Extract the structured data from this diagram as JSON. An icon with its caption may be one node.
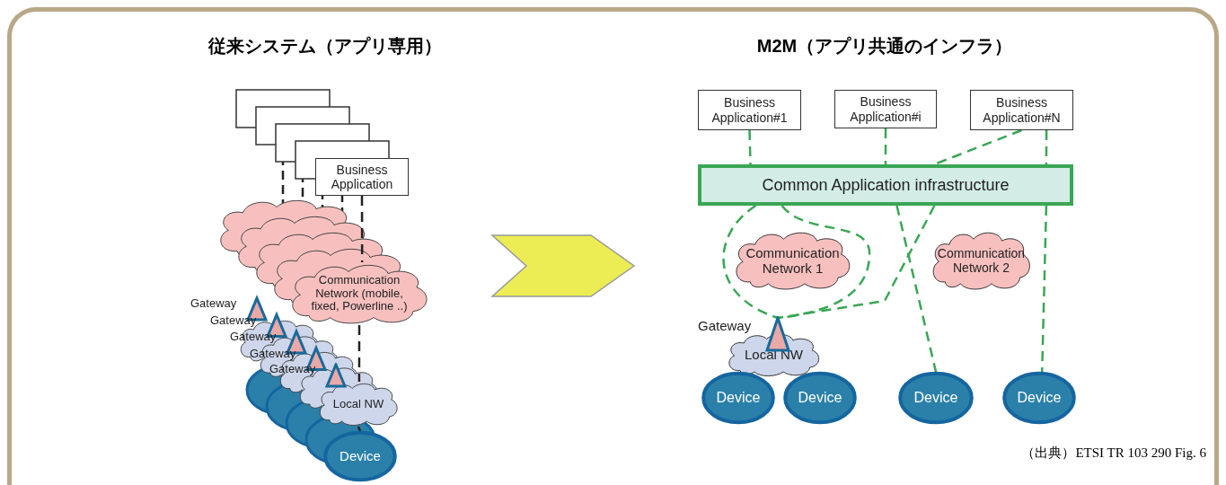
{
  "diagram": {
    "caption": "（出典）ETSI TR 103 290 Fig. 6",
    "nodes": [
      {
        "text": [
          "Business Application"
        ]
      },
      {
        "text": [
          "Communication Network (mobile, fixed, Powerline ..)"
        ]
      },
      {
        "text": [
          "Gateway"
        ]
      },
      {
        "text": [
          "Local NW"
        ]
      },
      {
        "text": [
          "Device"
        ]
      },
      {
        "text": [
          "Business Application#1"
        ]
      },
      {
        "text": [
          "Business Application#i"
        ]
      },
      {
        "text": [
          "Business Application#N"
        ]
      },
      {
        "text": [
          "Common Application infrastructure"
        ]
      },
      {
        "text": [],
        "shape": "cloud"
      },
      {
        "text": [
          "Communication Network 1"
        ],
        "in": 9
      },
      {
        "text": [
          "Communication Network 2"
        ],
        "in": 9
      },
      {
        "text": [
          "Gateway"
        ]
      },
      {
        "text": [
          "Local NW"
        ]
      },
      {
        "text": [
          "Device"
        ]
      },
      {
        "text": [
          "Device"
        ]
      },
      {
        "text": [
          "Device"
        ]
      },
      {
        "text": [
          "Device"
        ]
      }
    ],
    "edges": [
      {
        "from": 0,
        "to": 1,
        "arrow": "none",
        "style": "dashed",
        "color": "#222222"
      },
      {
        "from": 1,
        "to": 3,
        "arrow": "none",
        "style": "dashed",
        "color": "#222222"
      },
      {
        "from": 3,
        "to": 4,
        "arrow": "none",
        "style": "dashed",
        "color": "#222222"
      },
      {
        "from": 5,
        "to": 8,
        "arrow": "none",
        "style": "dashed"
      },
      {
        "from": 6,
        "to": 8,
        "arrow": "none",
        "style": "dashed"
      },
      {
        "from": 7,
        "to": 8,
        "arrow": "none",
        "style": "dashed"
      },
      {
        "from": 7,
        "to": 8,
        "arrow": "none",
        "style": "dashed"
      },
      {
        "from": 8,
        "to": 12,
        "arrow": "none",
        "style": "dashed"
      },
      {
        "from": 8,
        "to": 16,
        "arrow": "none",
        "style": "dashed"
      },
      {
        "from": 8,
        "to": 17,
        "arrow": "none",
        "style": "dashed"
      },
      {
        "from": 8,
        "to": 12,
        "arrow": "none",
        "style": "dashed"
      },
      {
        "from": 8,
        "to": 12,
        "arrow": "none",
        "style": "dashed"
      }
    ],
    "labels": [
      "従来システム（アプリ専用）",
      "M2M（アプリ共通のインフラ）",
      "Gateway",
      "Gateway",
      "Gateway",
      "Gateway"
    ]
  }
}
